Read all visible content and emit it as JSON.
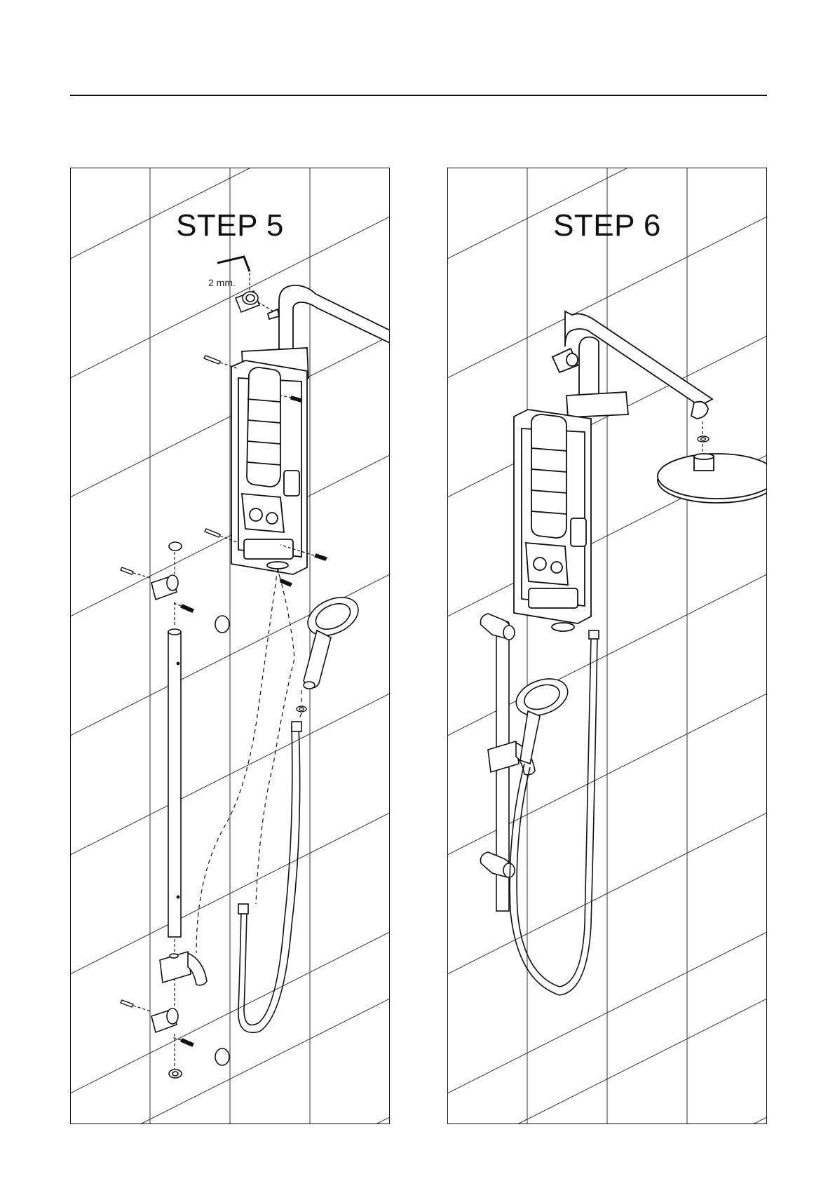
{
  "steps": [
    {
      "id": "step-5",
      "title": "STEP 5",
      "tool_label": "2 mm."
    },
    {
      "id": "step-6",
      "title": "STEP 6"
    }
  ],
  "colors": {
    "ink": "#111111",
    "tile_line": "#333333",
    "background": "#ffffff"
  },
  "icons": [
    "hex-key-icon",
    "shower-column-icon",
    "hand-shower-icon",
    "rain-shower-head-icon",
    "slide-rail-icon",
    "hose-icon",
    "screw-icon",
    "wall-plug-icon",
    "washer-icon",
    "rail-bracket-icon",
    "hand-shower-holder-icon"
  ]
}
